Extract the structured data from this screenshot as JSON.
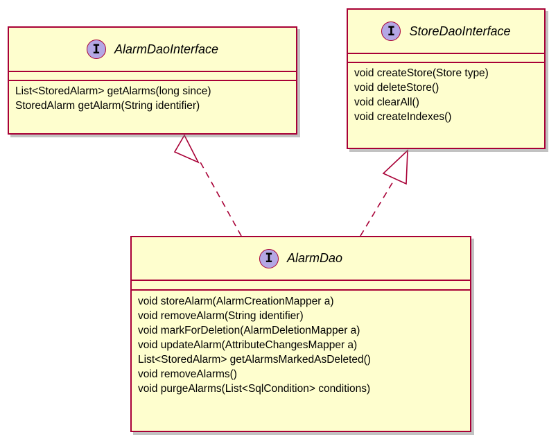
{
  "classes": {
    "alarm_dao_interface": {
      "stereotype": "I",
      "name": "AlarmDaoInterface",
      "methods": [
        "List<StoredAlarm> getAlarms(long since)",
        "StoredAlarm getAlarm(String identifier)"
      ]
    },
    "store_dao_interface": {
      "stereotype": "I",
      "name": "StoreDaoInterface",
      "methods": [
        "void createStore(Store type)",
        "void deleteStore()",
        "void clearAll()",
        "void createIndexes()"
      ]
    },
    "alarm_dao": {
      "stereotype": "I",
      "name": "AlarmDao",
      "methods": [
        "void storeAlarm(AlarmCreationMapper a)",
        "void removeAlarm(String identifier)",
        "void markForDeletion(AlarmDeletionMapper a)",
        "void updateAlarm(AttributeChangesMapper a)",
        "List<StoredAlarm> getAlarmsMarkedAsDeleted()",
        "void removeAlarms()",
        "void purgeAlarms(List<SqlCondition> conditions)"
      ]
    }
  },
  "relations": [
    {
      "from": "AlarmDao",
      "to": "AlarmDaoInterface",
      "kind": "realization"
    },
    {
      "from": "AlarmDao",
      "to": "StoreDaoInterface",
      "kind": "realization"
    }
  ],
  "colors": {
    "class_fill": "#fefece",
    "class_border": "#a80036",
    "stereotype_circle": "#b4a7e5",
    "edge": "#a80036"
  }
}
